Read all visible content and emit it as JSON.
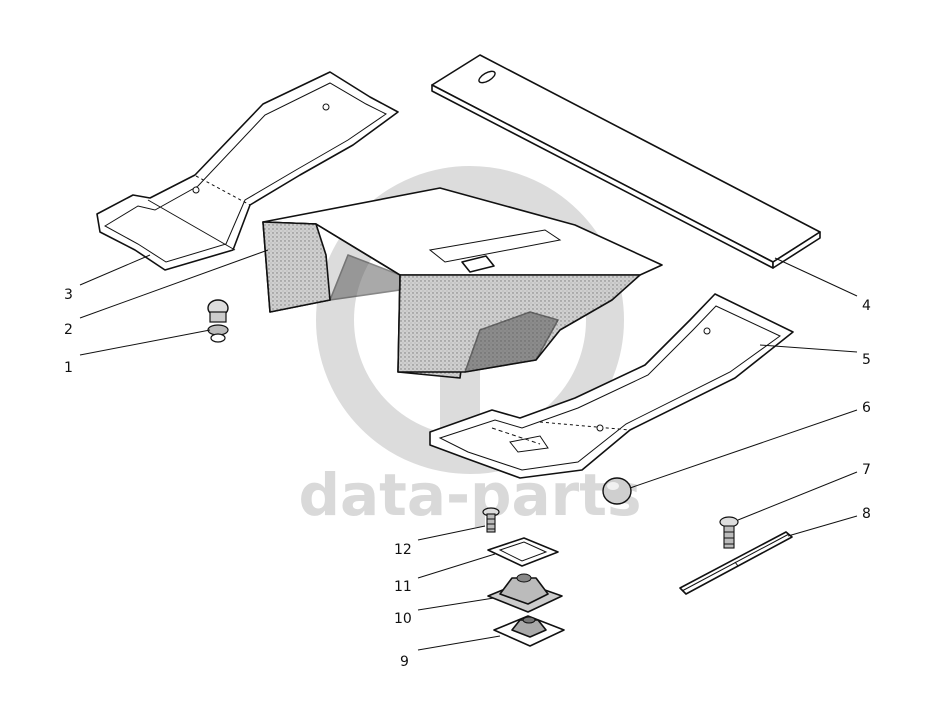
{
  "watermark": {
    "text": "data-parts",
    "color": "#d9d9d9"
  },
  "callouts": [
    {
      "id": "1",
      "label": "1"
    },
    {
      "id": "2",
      "label": "2"
    },
    {
      "id": "3",
      "label": "3"
    },
    {
      "id": "4",
      "label": "4"
    },
    {
      "id": "5",
      "label": "5"
    },
    {
      "id": "6",
      "label": "6"
    },
    {
      "id": "7",
      "label": "7"
    },
    {
      "id": "8",
      "label": "8"
    },
    {
      "id": "9",
      "label": "9"
    },
    {
      "id": "10",
      "label": "10"
    },
    {
      "id": "11",
      "label": "11"
    },
    {
      "id": "12",
      "label": "12"
    }
  ],
  "colors": {
    "line": "#111111",
    "felt_fill": "#c8c8c8",
    "panel_fill": "#ffffff",
    "dark_fill": "#555555"
  }
}
